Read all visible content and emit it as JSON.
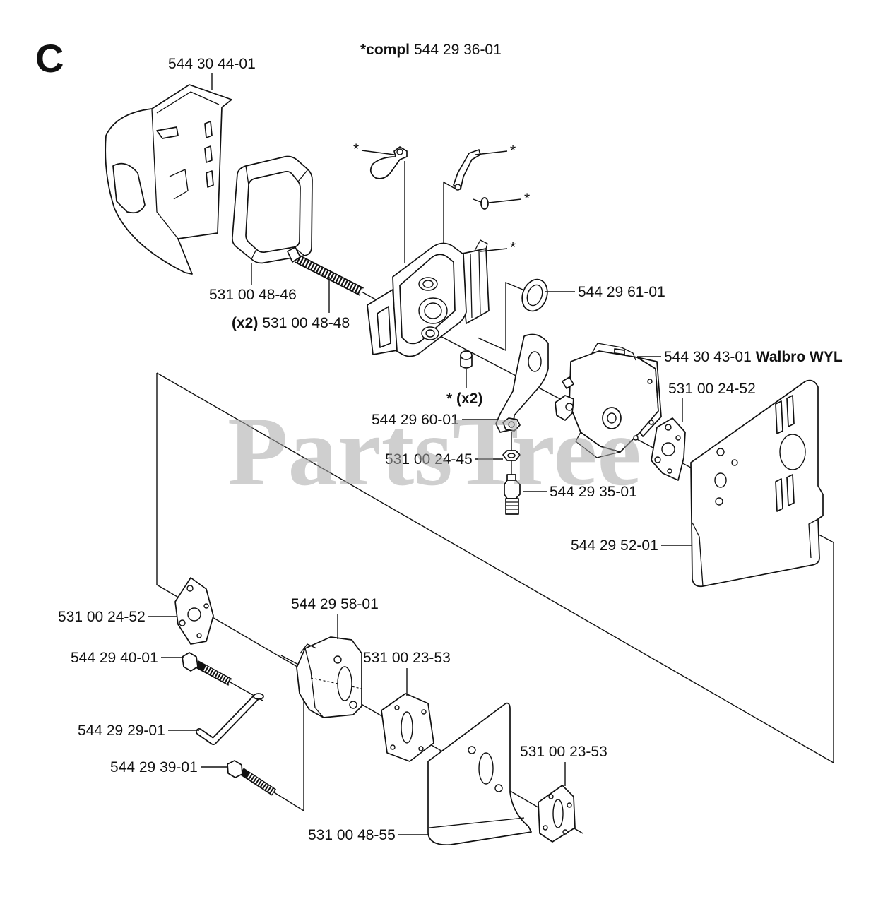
{
  "section_letter": "C",
  "header": {
    "prefix": "*compl",
    "part_number": "544 29 36-01"
  },
  "watermark": "PartsTree",
  "markers": [
    "*",
    "*",
    "*",
    "*"
  ],
  "parts": {
    "air_filter_cover": "544 30 44-01",
    "air_filter": "531 00 48-46",
    "screw_qty": "(x2)",
    "screw": "531 00 48-48",
    "gasket_ring": "544 29 61-01",
    "carburetor": "544 30 43-01",
    "carburetor_model": "Walbro WYL",
    "carburetor_gasket": "531 00 24-52",
    "spacer": "* (x2)",
    "bracket": "544 29 60-01",
    "nut": "531 00 24-45",
    "fuel_fitting": "544 29 35-01",
    "heat_shield": "544 29 52-01",
    "manifold_gasket_outer": "531 00 24-52",
    "intake_manifold": "544 29 58-01",
    "bolt_upper": "544 29 40-01",
    "manifold_gasket": "531 00 23-53",
    "lever": "544 29 29-01",
    "bolt_lower": "544 29 39-01",
    "cylinder_gasket": "531 00 23-53",
    "insulator_plate": "531 00 48-55"
  }
}
